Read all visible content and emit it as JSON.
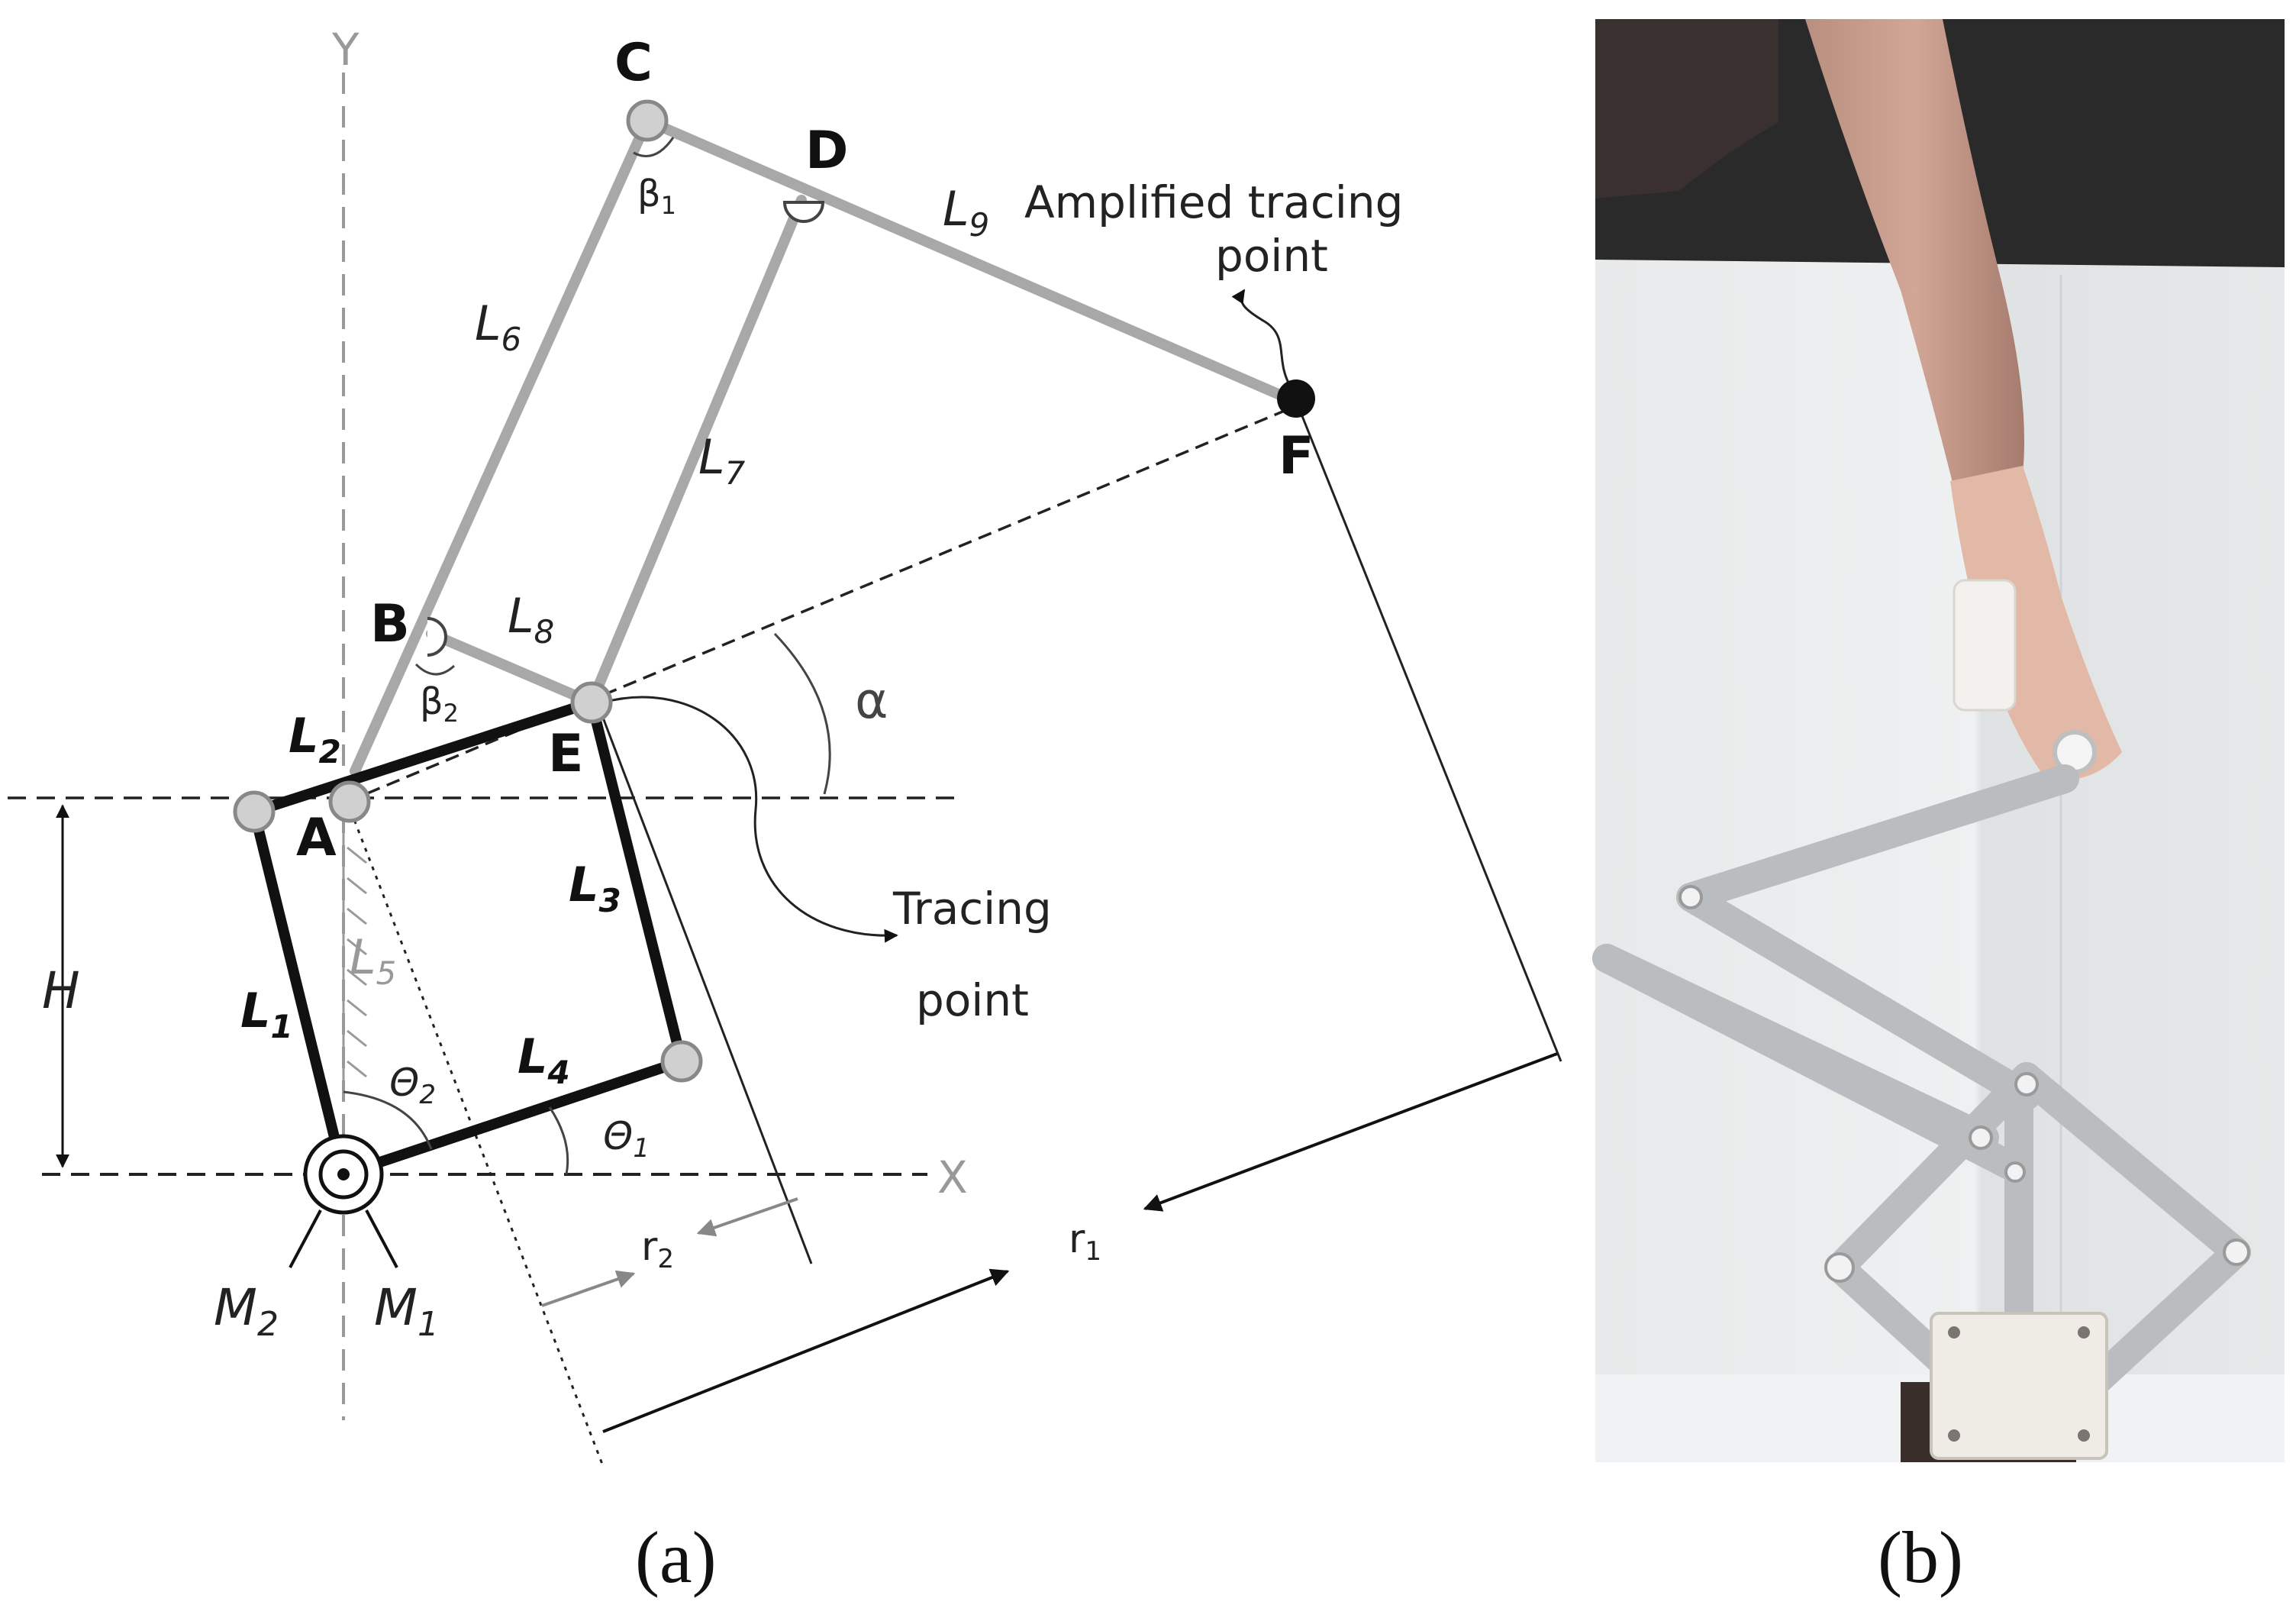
{
  "panel_a": {
    "axis_y": "Y",
    "axis_x": "X",
    "points": {
      "A": "A",
      "B": "B",
      "C": "C",
      "D": "D",
      "E": "E",
      "F": "F"
    },
    "links": {
      "L1": {
        "base": "L",
        "sub": "1"
      },
      "L2": {
        "base": "L",
        "sub": "2"
      },
      "L3": {
        "base": "L",
        "sub": "3"
      },
      "L4": {
        "base": "L",
        "sub": "4"
      },
      "L5": {
        "base": "L",
        "sub": "5"
      },
      "L6": {
        "base": "L",
        "sub": "6"
      },
      "L7": {
        "base": "L",
        "sub": "7"
      },
      "L8": {
        "base": "L",
        "sub": "8"
      },
      "L9": {
        "base": "L",
        "sub": "9"
      }
    },
    "angles": {
      "beta1": {
        "base": "β",
        "sub": "1"
      },
      "beta2": {
        "base": "β",
        "sub": "2"
      },
      "theta1": {
        "base": "Θ",
        "sub": "1"
      },
      "theta2": {
        "base": "Θ",
        "sub": "2"
      },
      "alpha": "α"
    },
    "motors": {
      "M1": {
        "base": "M",
        "sub": "1"
      },
      "M2": {
        "base": "M",
        "sub": "2"
      }
    },
    "height_label": "H",
    "radius_1": {
      "base": "r",
      "sub": "1"
    },
    "radius_2": {
      "base": "r",
      "sub": "2"
    },
    "tracing_point": [
      "Tracing",
      "point"
    ],
    "amplified_tracing_point": [
      "Amplified tracing",
      "point"
    ]
  },
  "caption_a": "(a)",
  "caption_b": "(b)"
}
